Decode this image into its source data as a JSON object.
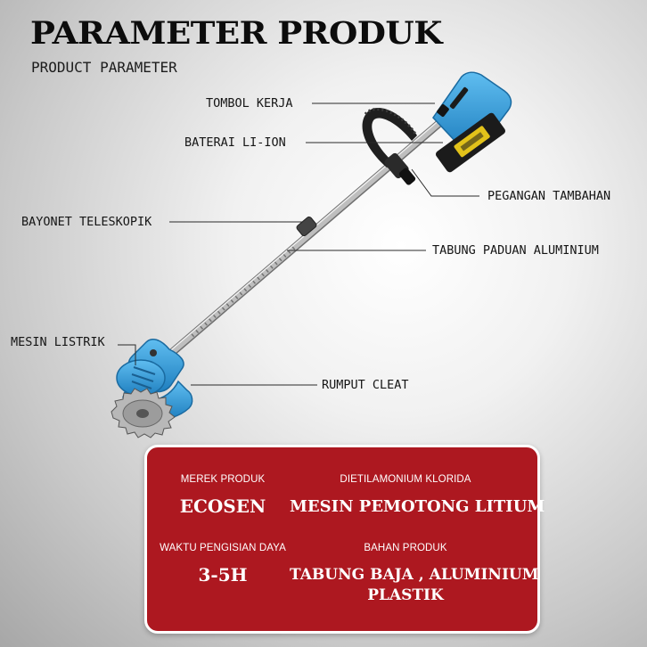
{
  "header": {
    "title": "PARAMETER PRODUK",
    "subtitle": "PRODUCT PARAMETER"
  },
  "callouts": {
    "tombol_kerja": "TOMBOL KERJA",
    "baterai": "BATERAI LI-ION",
    "pegangan": "PEGANGAN TAMBAHAN",
    "bayonet": "BAYONET TELESKOPIK",
    "tabung": "TABUNG PADUAN ALUMINIUM",
    "mesin": "MESIN LISTRIK",
    "rumput": "RUMPUT CLEAT"
  },
  "specs": {
    "brand_label": "MEREK PRODUK",
    "brand_value": "ECOSEN",
    "type_label": "DIETILAMONIUM KLORIDA",
    "type_value": "MESIN PEMOTONG LITIUM",
    "charge_label": "WAKTU PENGISIAN DAYA",
    "charge_value": "3-5H",
    "material_label": "BAHAN PRODUK",
    "material_value_1": "TABUNG BAJA , ALUMINIUM",
    "material_value_2": "PLASTIK"
  },
  "colors": {
    "panel": "#ad1820",
    "tool_blue": "#3aa0db",
    "battery_yellow": "#e2c21a"
  }
}
